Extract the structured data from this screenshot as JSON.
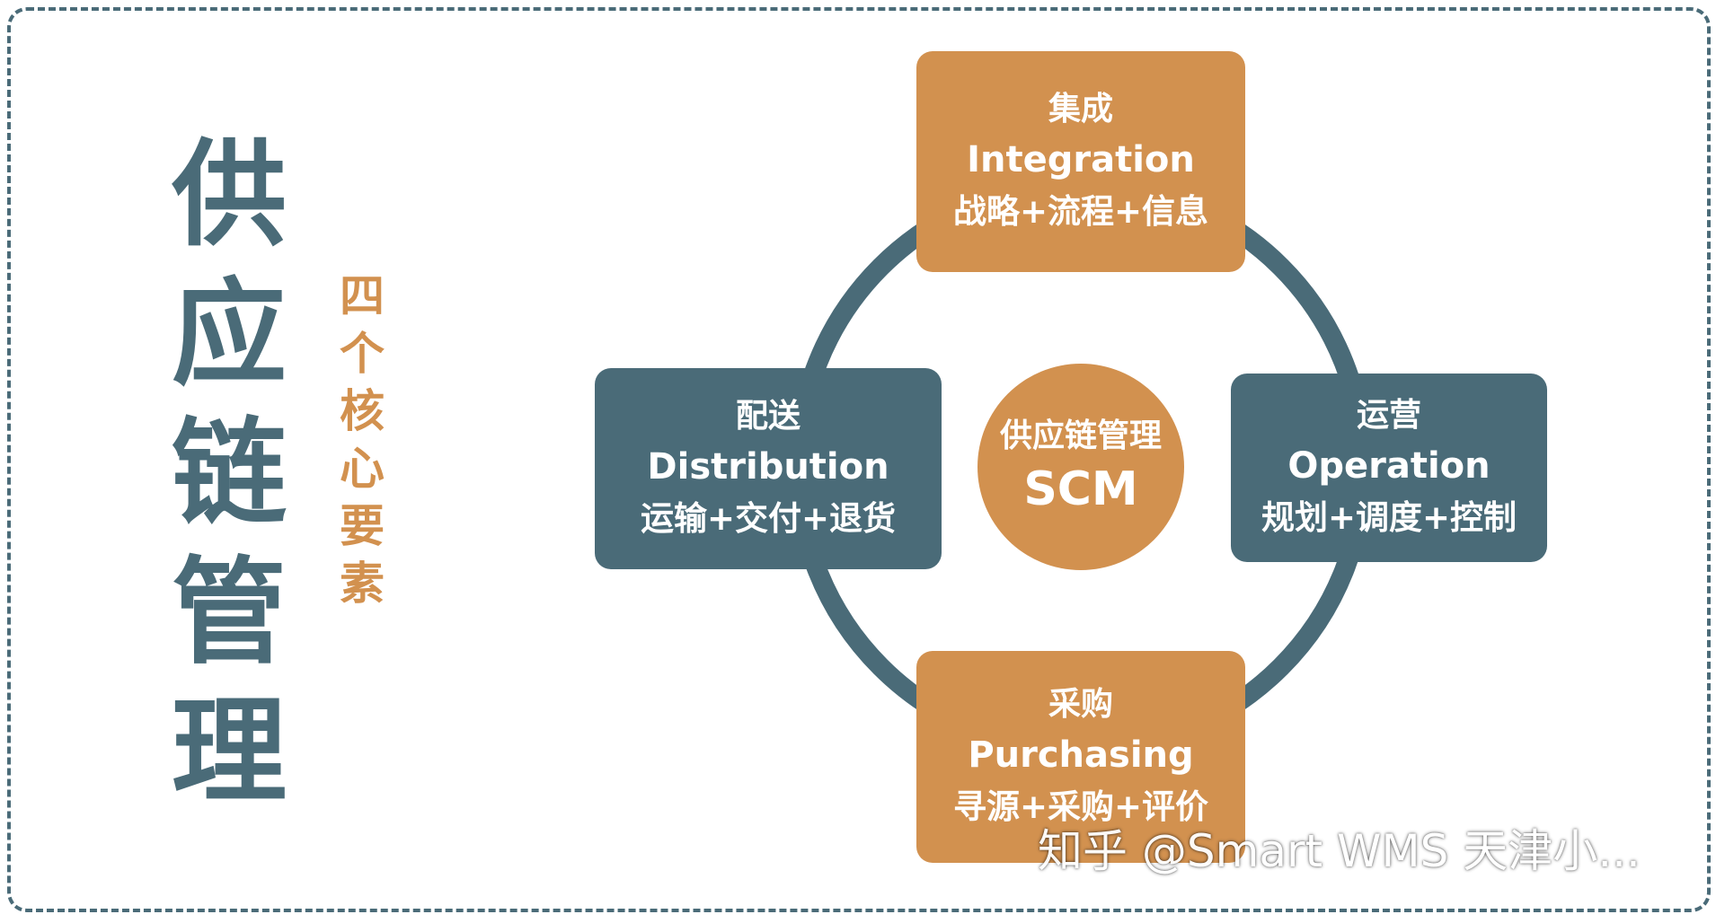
{
  "title": {
    "chars": [
      "供",
      "应",
      "链",
      "管",
      "理"
    ]
  },
  "subtitle": {
    "chars": [
      "四",
      "个",
      "核",
      "心",
      "要",
      "素"
    ]
  },
  "center": {
    "line1": "供应链管理",
    "line2": "SCM"
  },
  "nodes": {
    "integration": {
      "zh": "集成",
      "en": "Integration",
      "sub": "战略+流程+信息"
    },
    "distribution": {
      "zh": "配送",
      "en": "Distribution",
      "sub": "运输+交付+退货"
    },
    "operation": {
      "zh": "运营",
      "en": "Operation",
      "sub": "规划+调度+控制"
    },
    "purchasing": {
      "zh": "采购",
      "en": "Purchasing",
      "sub": "寻源+采购+评价"
    }
  },
  "watermark": "知乎 @Smart WMS 天津小...",
  "colors": {
    "teal": "#4a6b78",
    "orange": "#d2914f",
    "frame": "#4a6b78"
  }
}
